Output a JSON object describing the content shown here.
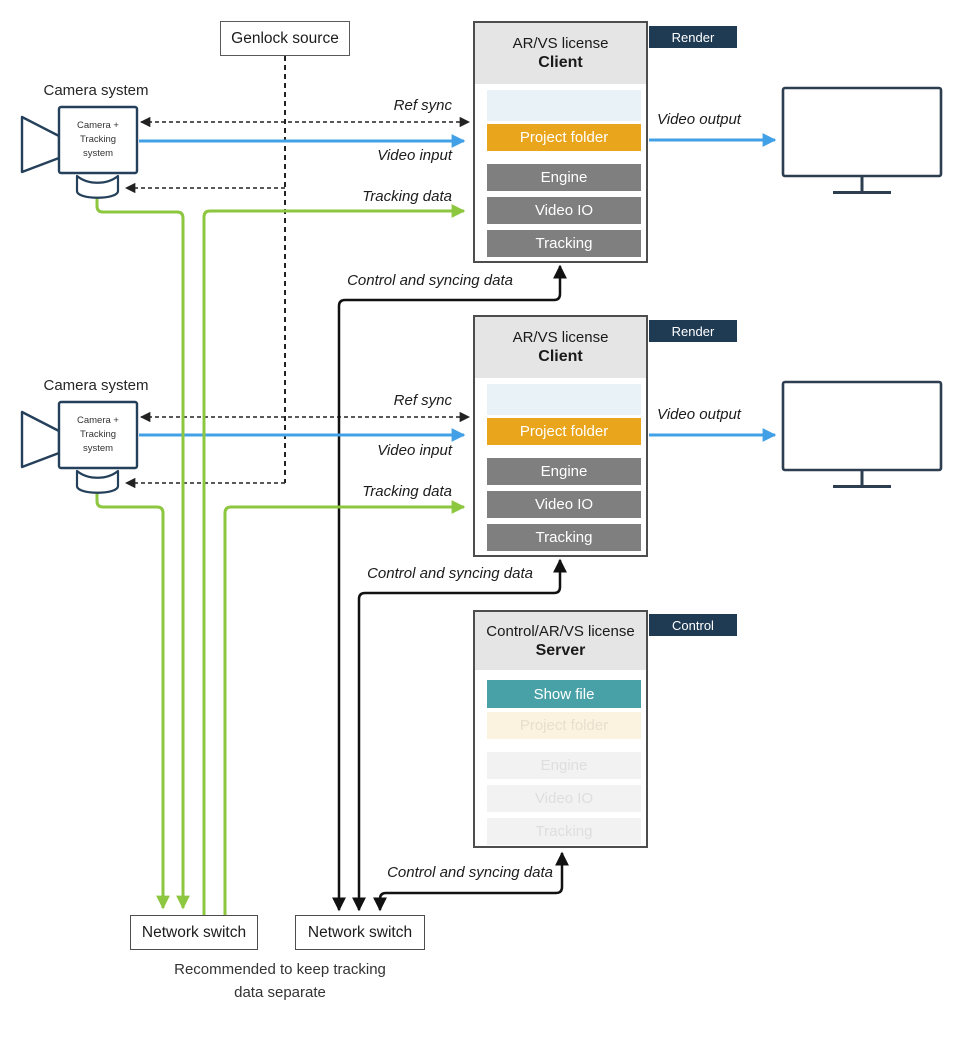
{
  "genlock": {
    "label": "Genlock source"
  },
  "camera_systems": [
    {
      "label": "Camera system",
      "device_label": "Camera + Tracking system"
    },
    {
      "label": "Camera system",
      "device_label": "Camera + Tracking system"
    }
  ],
  "clients": [
    {
      "license": "AR/VS license",
      "role": "Client",
      "tag": "Render",
      "rows": [
        {
          "label": "",
          "state": "empty"
        },
        {
          "label": "Project folder",
          "state": "folder"
        },
        {
          "label": "Engine",
          "state": "module"
        },
        {
          "label": "Video IO",
          "state": "module"
        },
        {
          "label": "Tracking",
          "state": "module"
        }
      ]
    },
    {
      "license": "AR/VS license",
      "role": "Client",
      "tag": "Render",
      "rows": [
        {
          "label": "",
          "state": "empty"
        },
        {
          "label": "Project folder",
          "state": "folder"
        },
        {
          "label": "Engine",
          "state": "module"
        },
        {
          "label": "Video IO",
          "state": "module"
        },
        {
          "label": "Tracking",
          "state": "module"
        }
      ]
    }
  ],
  "server": {
    "license": "Control/AR/VS license",
    "role": "Server",
    "tag": "Control",
    "rows": [
      {
        "label": "Show file",
        "state": "showfile"
      },
      {
        "label": "Project folder",
        "state": "folder-faded"
      },
      {
        "label": "Engine",
        "state": "module-faded"
      },
      {
        "label": "Video IO",
        "state": "module-faded"
      },
      {
        "label": "Tracking",
        "state": "module-faded"
      }
    ]
  },
  "switches": [
    {
      "label": "Network switch"
    },
    {
      "label": "Network switch"
    }
  ],
  "note": "Recommended to keep tracking data separate",
  "edge_labels": {
    "ref_sync": "Ref sync",
    "video_input": "Video input",
    "tracking_data": "Tracking data",
    "video_output": "Video output",
    "control_sync": "Control and syncing data"
  },
  "colors": {
    "navy": "#1f3b54",
    "blue": "#42a0e6",
    "green": "#8dc63f",
    "orange": "#e9a51c",
    "teal": "#48a1a7",
    "module_gray": "#7f7f7f",
    "header_gray": "#e5e5e5",
    "pale_blue": "#e9f2f6",
    "faded_orange": "#fbf3df"
  }
}
